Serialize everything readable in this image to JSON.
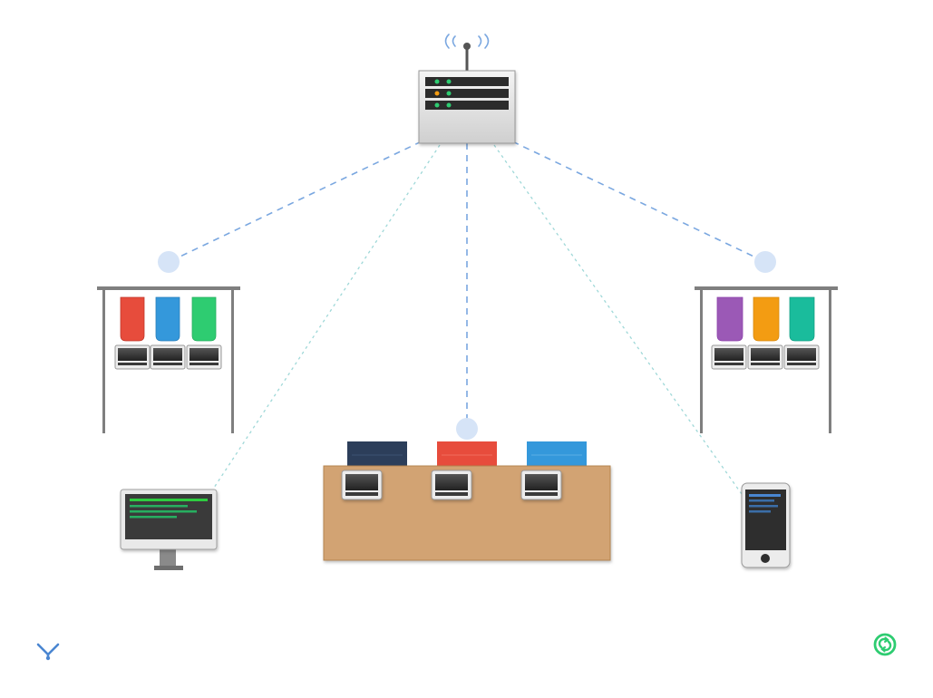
{
  "diagram": {
    "hub": {
      "kind": "wireless-router",
      "status_leds": [
        "green",
        "green",
        "orange",
        "green",
        "green",
        "green"
      ]
    },
    "nodes": [
      {
        "id": "shelf-left",
        "kind": "bookshelf",
        "book_colors": [
          "#e74c3c",
          "#3498db",
          "#2ecc71"
        ],
        "laptops": 3
      },
      {
        "id": "shelf-right",
        "kind": "bookshelf",
        "book_colors": [
          "#9b59b6",
          "#f39c12",
          "#1abc9c"
        ],
        "laptops": 3
      },
      {
        "id": "desktop",
        "kind": "desktop-monitor"
      },
      {
        "id": "table",
        "kind": "table",
        "book_colors": [
          "#2c3e5a",
          "#e74c3c",
          "#3498db"
        ],
        "laptops": 3
      },
      {
        "id": "phone",
        "kind": "smartphone"
      }
    ],
    "links": [
      {
        "to": "shelf-left",
        "style": "dashed",
        "color": "#7aa7e0"
      },
      {
        "to": "shelf-right",
        "style": "dashed",
        "color": "#7aa7e0"
      },
      {
        "to": "table",
        "style": "dashed",
        "color": "#7aa7e0"
      },
      {
        "to": "desktop",
        "style": "dotted",
        "color": "#9fd8d8"
      },
      {
        "to": "phone",
        "style": "dotted",
        "color": "#9fd8d8"
      }
    ]
  },
  "controls": {
    "left_icon": "antenna-icon",
    "right_icon": "refresh-icon",
    "accent_blue": "#4a86d1",
    "accent_green": "#2ecc71"
  }
}
